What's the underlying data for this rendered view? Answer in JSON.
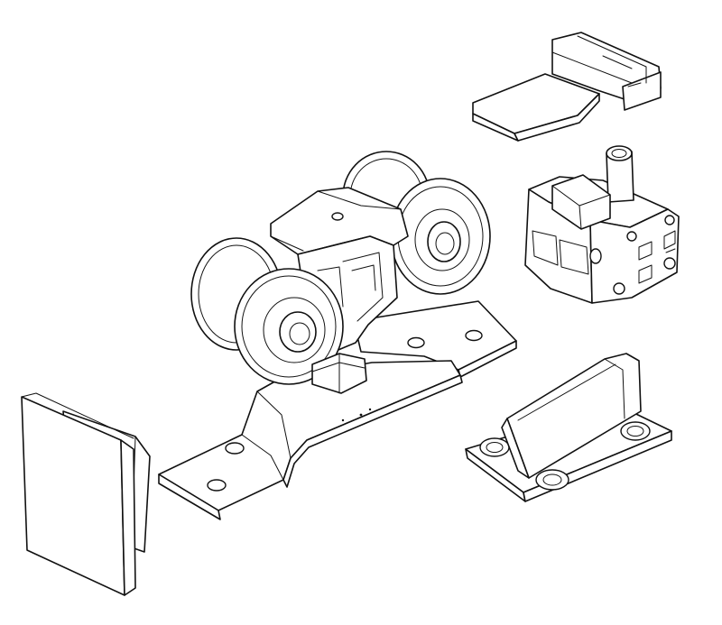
{
  "figure": {
    "background_color": "#ffffff",
    "line_color": "#111111",
    "parts": [
      {
        "id": "end-cap",
        "icon": "end-cap-icon"
      },
      {
        "id": "trolley-carriage",
        "icon": "trolley-carriage-icon"
      },
      {
        "id": "mounting-plate",
        "icon": "mounting-plate-icon"
      },
      {
        "id": "clip-latch",
        "icon": "clip-latch-icon"
      },
      {
        "id": "stopper-block",
        "icon": "stopper-block-icon"
      },
      {
        "id": "floor-guide",
        "icon": "floor-guide-icon"
      }
    ]
  }
}
